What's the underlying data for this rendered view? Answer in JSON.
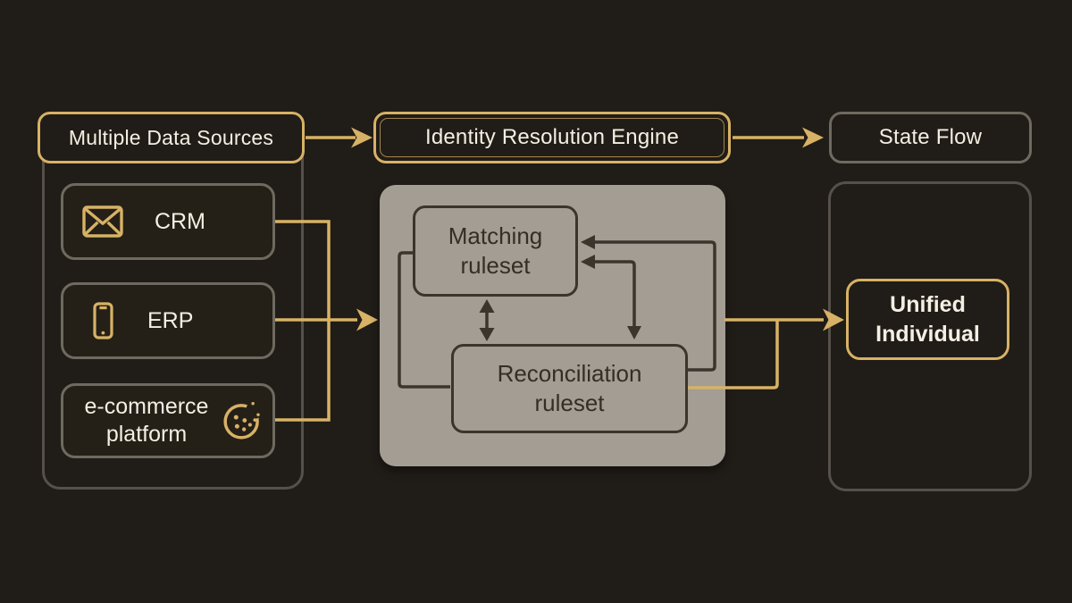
{
  "colors": {
    "background": "#201c17",
    "gold": "#d7b266",
    "gray_border": "#6e6a60",
    "container_border": "#55514a",
    "panel_bg": "#a39d93",
    "panel_line": "#3a352d",
    "text_light": "#f4efe3",
    "text_dark": "#332e27",
    "node_bg": "#242018"
  },
  "header": {
    "sources_label": "Multiple Data Sources",
    "engine_label": "Identity Resolution Engine",
    "state_flow_label": "State Flow"
  },
  "sources": {
    "items": [
      {
        "label": "CRM",
        "icon": "envelope-icon"
      },
      {
        "label": "ERP",
        "icon": "smartphone-icon"
      },
      {
        "label": "e-commerce platform",
        "icon": "cookie-icon"
      }
    ]
  },
  "engine": {
    "matching_label": "Matching ruleset",
    "reconciliation_label": "Reconciliation ruleset"
  },
  "output": {
    "unified_label": "Unified Individual"
  }
}
